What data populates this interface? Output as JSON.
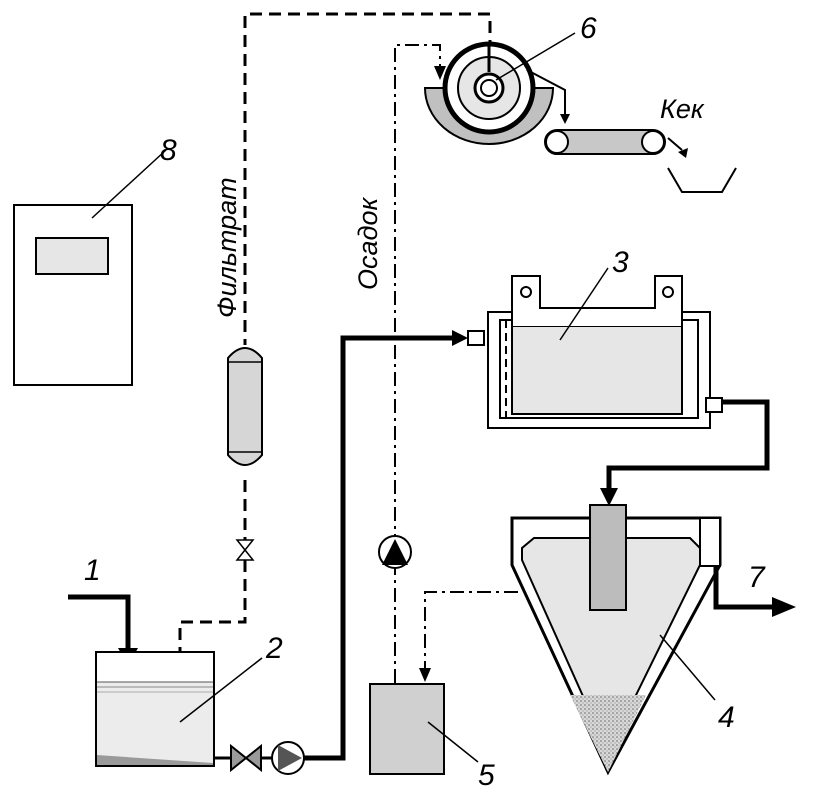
{
  "labels": {
    "n1": "1",
    "n2": "2",
    "n3": "3",
    "n4": "4",
    "n5": "5",
    "n6": "6",
    "n7": "7",
    "n8": "8",
    "filtrate": "Фильтрат",
    "sediment": "Осадок",
    "cake": "Кек"
  },
  "colors": {
    "line": "#000000",
    "fill_light": "#e6e6e6",
    "fill_mid": "#c8c8c8",
    "fill_dark": "#9a9a9a",
    "sediment": "#bdbdbd"
  }
}
